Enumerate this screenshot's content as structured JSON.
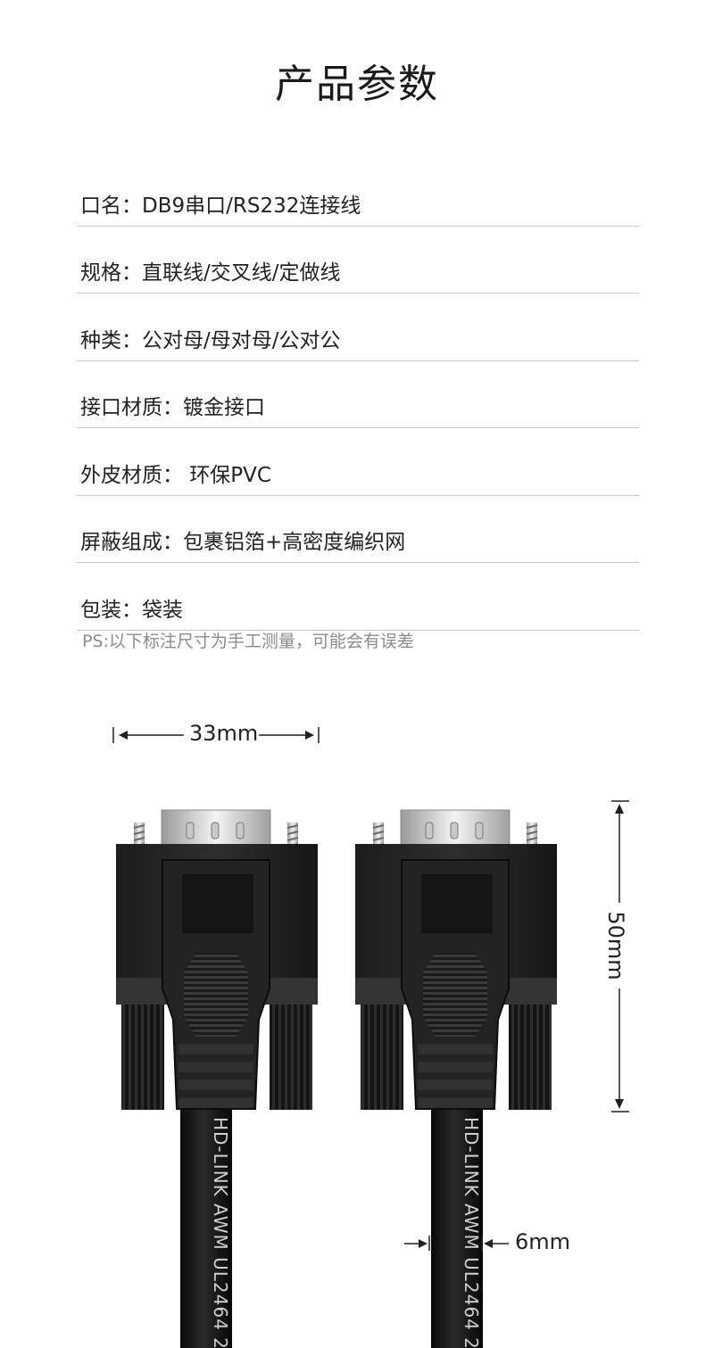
{
  "title": "产品参数",
  "specs": [
    {
      "label": "口名：DB9串口/RS232连接线"
    },
    {
      "label": "规格：直联线/交叉线/定做线"
    },
    {
      "label": "种类：公对母/母对母/公对公"
    },
    {
      "label": "接口材质：镀金接口"
    },
    {
      "label": "外皮材质： 环保PVC"
    },
    {
      "label": "屏蔽组成：包裹铝箔+高密度编织网"
    },
    {
      "label": "包装：袋装"
    }
  ],
  "note": "PS:以下标注尺寸为手工测量，可能会有误差",
  "dimensions": {
    "width": "33mm",
    "height": "50mm",
    "cable": "6mm"
  },
  "cable_print": "HD-LINK  AWM  UL2464  2"
}
